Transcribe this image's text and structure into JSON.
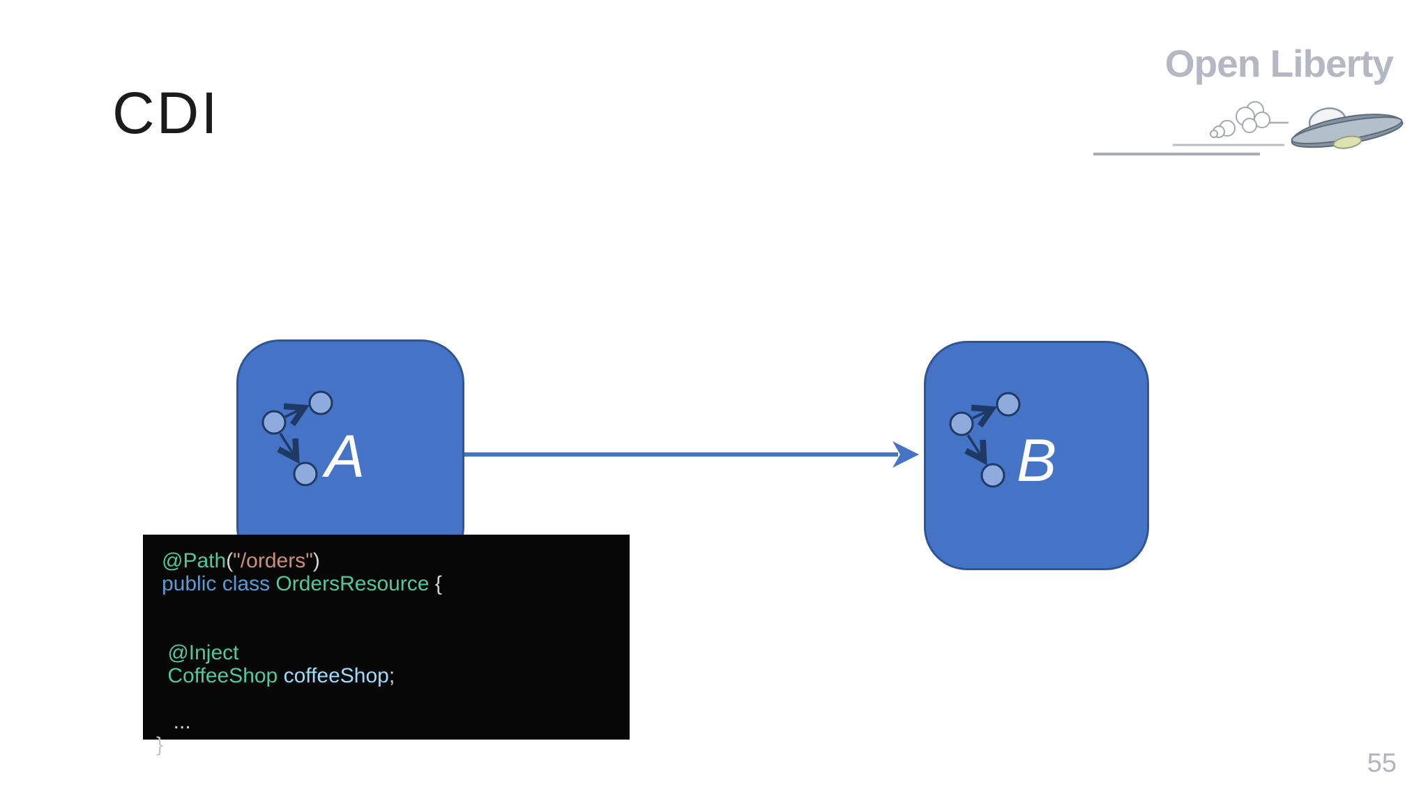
{
  "slide": {
    "title": "CDI",
    "page_number": "55"
  },
  "logo": {
    "text": "Open Liberty"
  },
  "diagram": {
    "box_a": {
      "label": "A"
    },
    "box_b": {
      "label": "B"
    }
  },
  "code": {
    "lines": [
      {
        "tokens": [
          {
            "text": "@Path",
            "color": "green"
          },
          {
            "text": "(",
            "color": "punct"
          },
          {
            "text": "\"/orders\"",
            "color": "string"
          },
          {
            "text": ")",
            "color": "punct"
          }
        ]
      },
      {
        "tokens": [
          {
            "text": "public class ",
            "color": "blue"
          },
          {
            "text": "OrdersResource ",
            "color": "green"
          },
          {
            "text": "{",
            "color": "punct"
          }
        ]
      },
      {
        "tokens": []
      },
      {
        "tokens": []
      },
      {
        "tokens": [
          {
            "text": " @Inject",
            "color": "green"
          }
        ]
      },
      {
        "tokens": [
          {
            "text": " CoffeeShop",
            "color": "green"
          },
          {
            "text": " ",
            "color": "punct"
          },
          {
            "text": "coffeeShop",
            "color": "lightblue"
          },
          {
            "text": ";",
            "color": "punct"
          }
        ]
      },
      {
        "tokens": []
      },
      {
        "tokens": [
          {
            "text": "  ...",
            "color": "punct"
          }
        ]
      },
      {
        "tokens": [
          {
            "text": "}",
            "color": "gray"
          }
        ],
        "outdent": true
      }
    ]
  },
  "colors": {
    "accent_blue": "#4573c5",
    "box_border": "#2f5597",
    "node_fill": "#8faadc",
    "node_stroke": "#1f3864",
    "code_background": "#070707",
    "code_green": "#4ec9a0",
    "code_blue": "#569cd6",
    "code_lightblue": "#9cdcfe",
    "code_string": "#ce9178",
    "code_punct": "#d4d4d4",
    "logo_gray": "#b5b7c4",
    "page_number_gray": "#b2b3c0"
  }
}
